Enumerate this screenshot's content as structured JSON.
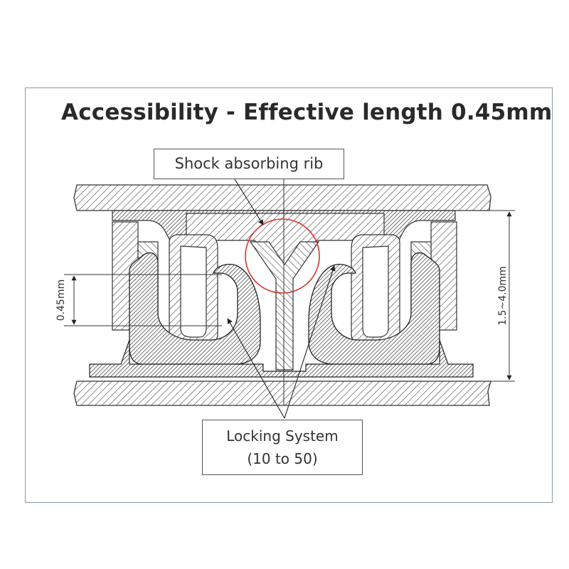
{
  "title": "Accessibility - Effective length 0.45mm",
  "callouts": {
    "rib": "Shock absorbing rib",
    "locking_line1": "Locking System",
    "locking_line2": "(10 to 50)"
  },
  "dimensions": {
    "left": "0.45mm",
    "right": "1.5~4.0mm"
  },
  "colors": {
    "hatch": "#333333",
    "highlight_circle": "#d9342b",
    "frame": "#8a9aa6"
  }
}
